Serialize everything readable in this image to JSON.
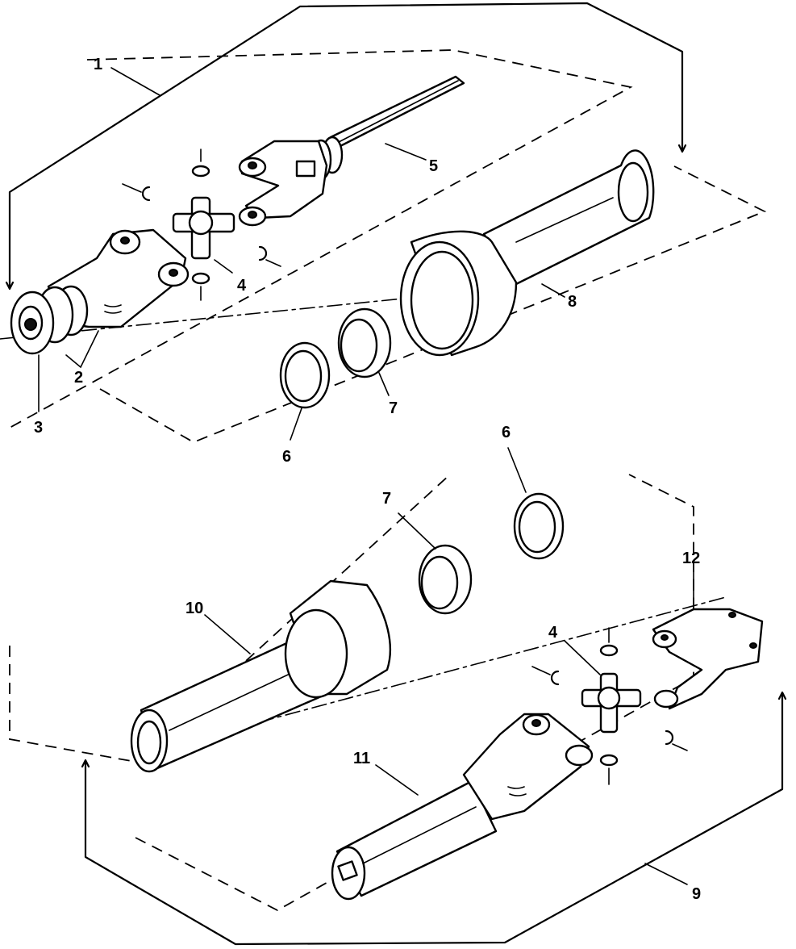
{
  "diagram": {
    "callouts": [
      {
        "id": "c1",
        "text": "1"
      },
      {
        "id": "c2",
        "text": "2"
      },
      {
        "id": "c3",
        "text": "3"
      },
      {
        "id": "c4a",
        "text": "4"
      },
      {
        "id": "c5",
        "text": "5"
      },
      {
        "id": "c6a",
        "text": "6"
      },
      {
        "id": "c7a",
        "text": "7"
      },
      {
        "id": "c8",
        "text": "8"
      },
      {
        "id": "c6b",
        "text": "6"
      },
      {
        "id": "c7b",
        "text": "7"
      },
      {
        "id": "c12",
        "text": "12"
      },
      {
        "id": "c10",
        "text": "10"
      },
      {
        "id": "c4b",
        "text": "4"
      },
      {
        "id": "c11",
        "text": "11"
      },
      {
        "id": "c9",
        "text": "9"
      }
    ]
  }
}
